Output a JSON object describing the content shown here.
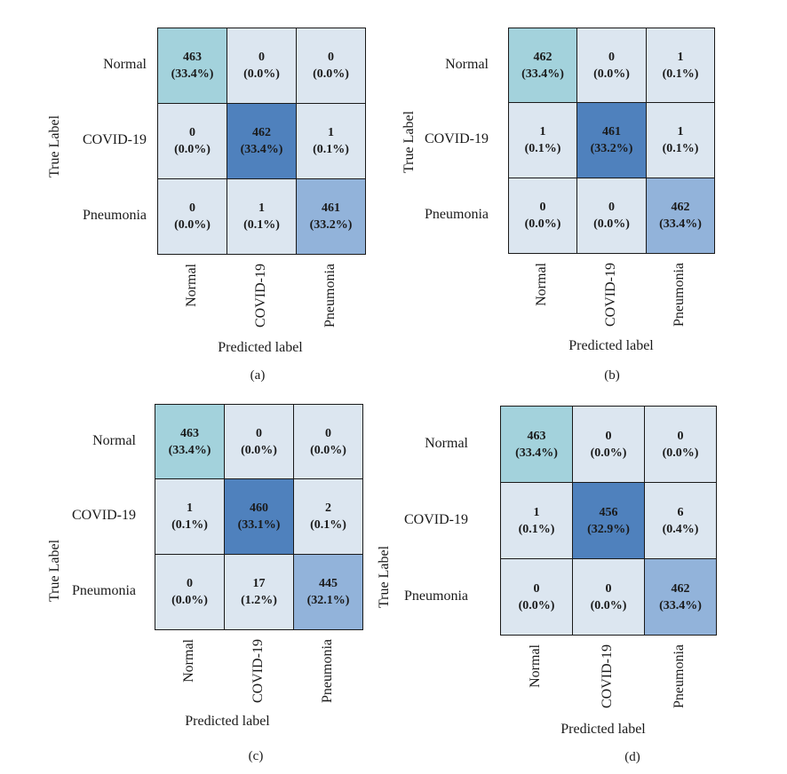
{
  "figure": {
    "colors": {
      "diag_row1": "#a3d2dc",
      "diag_row2": "#4f81bd",
      "diag_row3": "#92b3da",
      "off_diag": "#dce6f0",
      "grid_border": "#1a1a1a",
      "text": "#1a1a1a"
    },
    "panels": [
      {
        "caption": "(a)",
        "x_axis_label": "Predicted label",
        "y_axis_label": "True Label",
        "row_labels": [
          "Normal",
          "COVID-19",
          "Pneumonia"
        ],
        "col_labels": [
          "Normal",
          "COVID-19",
          "Pneumonia"
        ],
        "cells": [
          {
            "count": "463",
            "pct": "(33.4%)",
            "bg": "diag_row1"
          },
          {
            "count": "0",
            "pct": "(0.0%)",
            "bg": "off_diag"
          },
          {
            "count": "0",
            "pct": "(0.0%)",
            "bg": "off_diag"
          },
          {
            "count": "0",
            "pct": "(0.0%)",
            "bg": "off_diag"
          },
          {
            "count": "462",
            "pct": "(33.4%)",
            "bg": "diag_row2"
          },
          {
            "count": "1",
            "pct": "(0.1%)",
            "bg": "off_diag"
          },
          {
            "count": "0",
            "pct": "(0.0%)",
            "bg": "off_diag"
          },
          {
            "count": "1",
            "pct": "(0.1%)",
            "bg": "off_diag"
          },
          {
            "count": "461",
            "pct": "(33.2%)",
            "bg": "diag_row3"
          }
        ]
      },
      {
        "caption": "(b)",
        "x_axis_label": "Predicted label",
        "y_axis_label": "True Label",
        "row_labels": [
          "Normal",
          "COVID-19",
          "Pneumonia"
        ],
        "col_labels": [
          "Normal",
          "COVID-19",
          "Pneumonia"
        ],
        "cells": [
          {
            "count": "462",
            "pct": "(33.4%)",
            "bg": "diag_row1"
          },
          {
            "count": "0",
            "pct": "(0.0%)",
            "bg": "off_diag"
          },
          {
            "count": "1",
            "pct": "(0.1%)",
            "bg": "off_diag"
          },
          {
            "count": "1",
            "pct": "(0.1%)",
            "bg": "off_diag"
          },
          {
            "count": "461",
            "pct": "(33.2%)",
            "bg": "diag_row2"
          },
          {
            "count": "1",
            "pct": "(0.1%)",
            "bg": "off_diag"
          },
          {
            "count": "0",
            "pct": "(0.0%)",
            "bg": "off_diag"
          },
          {
            "count": "0",
            "pct": "(0.0%)",
            "bg": "off_diag"
          },
          {
            "count": "462",
            "pct": "(33.4%)",
            "bg": "diag_row3"
          }
        ]
      },
      {
        "caption": "(c)",
        "x_axis_label": "Predicted label",
        "y_axis_label": "True Label",
        "row_labels": [
          "Normal",
          "COVID-19",
          "Pneumonia"
        ],
        "col_labels": [
          "Normal",
          "COVID-19",
          "Pneumonia"
        ],
        "cells": [
          {
            "count": "463",
            "pct": "(33.4%)",
            "bg": "diag_row1"
          },
          {
            "count": "0",
            "pct": "(0.0%)",
            "bg": "off_diag"
          },
          {
            "count": "0",
            "pct": "(0.0%)",
            "bg": "off_diag"
          },
          {
            "count": "1",
            "pct": "(0.1%)",
            "bg": "off_diag"
          },
          {
            "count": "460",
            "pct": "(33.1%)",
            "bg": "diag_row2"
          },
          {
            "count": "2",
            "pct": "(0.1%)",
            "bg": "off_diag"
          },
          {
            "count": "0",
            "pct": "(0.0%)",
            "bg": "off_diag"
          },
          {
            "count": "17",
            "pct": "(1.2%)",
            "bg": "off_diag"
          },
          {
            "count": "445",
            "pct": "(32.1%)",
            "bg": "diag_row3"
          }
        ]
      },
      {
        "caption": "(d)",
        "x_axis_label": "Predicted label",
        "y_axis_label": "True Label",
        "row_labels": [
          "Normal",
          "COVID-19",
          "Pneumonia"
        ],
        "col_labels": [
          "Normal",
          "COVID-19",
          "Pneumonia"
        ],
        "cells": [
          {
            "count": "463",
            "pct": "(33.4%)",
            "bg": "diag_row1"
          },
          {
            "count": "0",
            "pct": "(0.0%)",
            "bg": "off_diag"
          },
          {
            "count": "0",
            "pct": "(0.0%)",
            "bg": "off_diag"
          },
          {
            "count": "1",
            "pct": "(0.1%)",
            "bg": "off_diag"
          },
          {
            "count": "456",
            "pct": "(32.9%)",
            "bg": "diag_row2"
          },
          {
            "count": "6",
            "pct": "(0.4%)",
            "bg": "off_diag"
          },
          {
            "count": "0",
            "pct": "(0.0%)",
            "bg": "off_diag"
          },
          {
            "count": "0",
            "pct": "(0.0%)",
            "bg": "off_diag"
          },
          {
            "count": "462",
            "pct": "(33.4%)",
            "bg": "diag_row3"
          }
        ]
      }
    ]
  },
  "chart_data": [
    {
      "type": "heatmap",
      "title": "(a)",
      "xlabel": "Predicted label",
      "ylabel": "True Label",
      "x_categories": [
        "Normal",
        "COVID-19",
        "Pneumonia"
      ],
      "y_categories": [
        "Normal",
        "COVID-19",
        "Pneumonia"
      ],
      "values": [
        [
          463,
          0,
          0
        ],
        [
          0,
          462,
          1
        ],
        [
          0,
          1,
          461
        ]
      ],
      "percentages": [
        [
          "33.4%",
          "0.0%",
          "0.0%"
        ],
        [
          "0.0%",
          "33.4%",
          "0.1%"
        ],
        [
          "0.0%",
          "0.1%",
          "33.2%"
        ]
      ],
      "legend": "none",
      "grid": "on"
    },
    {
      "type": "heatmap",
      "title": "(b)",
      "xlabel": "Predicted label",
      "ylabel": "True Label",
      "x_categories": [
        "Normal",
        "COVID-19",
        "Pneumonia"
      ],
      "y_categories": [
        "Normal",
        "COVID-19",
        "Pneumonia"
      ],
      "values": [
        [
          462,
          0,
          1
        ],
        [
          1,
          461,
          1
        ],
        [
          0,
          0,
          462
        ]
      ],
      "percentages": [
        [
          "33.4%",
          "0.0%",
          "0.1%"
        ],
        [
          "0.1%",
          "33.2%",
          "0.1%"
        ],
        [
          "0.0%",
          "0.0%",
          "33.4%"
        ]
      ],
      "legend": "none",
      "grid": "on"
    },
    {
      "type": "heatmap",
      "title": "(c)",
      "xlabel": "Predicted label",
      "ylabel": "True Label",
      "x_categories": [
        "Normal",
        "COVID-19",
        "Pneumonia"
      ],
      "y_categories": [
        "Normal",
        "COVID-19",
        "Pneumonia"
      ],
      "values": [
        [
          463,
          0,
          0
        ],
        [
          1,
          460,
          2
        ],
        [
          0,
          17,
          445
        ]
      ],
      "percentages": [
        [
          "33.4%",
          "0.0%",
          "0.0%"
        ],
        [
          "0.1%",
          "33.1%",
          "0.1%"
        ],
        [
          "0.0%",
          "1.2%",
          "32.1%"
        ]
      ],
      "legend": "none",
      "grid": "on"
    },
    {
      "type": "heatmap",
      "title": "(d)",
      "xlabel": "Predicted label",
      "ylabel": "True Label",
      "x_categories": [
        "Normal",
        "COVID-19",
        "Pneumonia"
      ],
      "y_categories": [
        "Normal",
        "COVID-19",
        "Pneumonia"
      ],
      "values": [
        [
          463,
          0,
          0
        ],
        [
          1,
          456,
          6
        ],
        [
          0,
          0,
          462
        ]
      ],
      "percentages": [
        [
          "33.4%",
          "0.0%",
          "0.0%"
        ],
        [
          "0.1%",
          "32.9%",
          "0.4%"
        ],
        [
          "0.0%",
          "0.0%",
          "33.4%"
        ]
      ],
      "legend": "none",
      "grid": "on"
    }
  ]
}
